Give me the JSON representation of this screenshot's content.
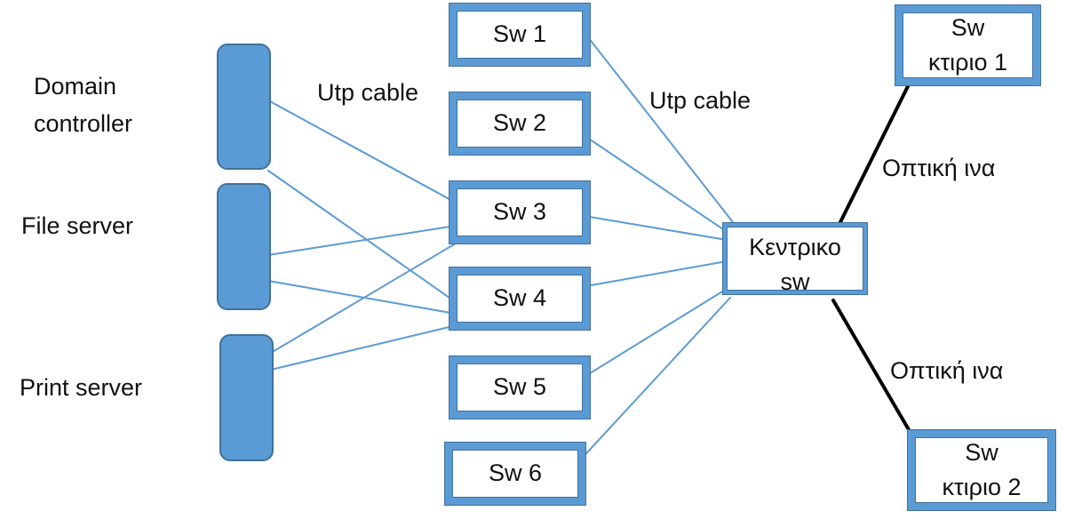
{
  "servers": [
    {
      "id": "domain-controller",
      "label": "Domain\ncontroller"
    },
    {
      "id": "file-server",
      "label": "File server"
    },
    {
      "id": "print-server",
      "label": "Print server"
    }
  ],
  "switches": [
    {
      "id": "sw1",
      "label": "Sw 1"
    },
    {
      "id": "sw2",
      "label": "Sw 2"
    },
    {
      "id": "sw3",
      "label": "Sw 3"
    },
    {
      "id": "sw4",
      "label": "Sw 4"
    },
    {
      "id": "sw5",
      "label": "Sw 5"
    },
    {
      "id": "sw6",
      "label": "Sw 6"
    }
  ],
  "core_switch": {
    "label": "Κεντρικο\nsw"
  },
  "building_switches": [
    {
      "id": "building-1",
      "label": "Sw\nκτιριο 1"
    },
    {
      "id": "building-2",
      "label": "Sw\nκτιριο 2"
    }
  ],
  "link_labels": {
    "utp_left": "Utp cable",
    "utp_right": "Utp cable",
    "fiber_top": "Οπτική ινα",
    "fiber_bottom": "Οπτική ινα"
  },
  "colors": {
    "node_fill": "#5b9bd5",
    "node_outline": "#41719c",
    "utp_line": "#5b9bd5",
    "fiber_line": "#000000"
  },
  "connections": {
    "utp": [
      [
        "domain-controller",
        "sw3"
      ],
      [
        "domain-controller",
        "sw4"
      ],
      [
        "file-server",
        "sw3"
      ],
      [
        "file-server",
        "sw4"
      ],
      [
        "print-server",
        "sw3"
      ],
      [
        "print-server",
        "sw4"
      ],
      [
        "sw1",
        "core"
      ],
      [
        "sw2",
        "core"
      ],
      [
        "sw3",
        "core"
      ],
      [
        "sw4",
        "core"
      ],
      [
        "sw5",
        "core"
      ],
      [
        "sw6",
        "core"
      ]
    ],
    "fiber": [
      [
        "core",
        "building-1"
      ],
      [
        "core",
        "building-2"
      ]
    ]
  }
}
